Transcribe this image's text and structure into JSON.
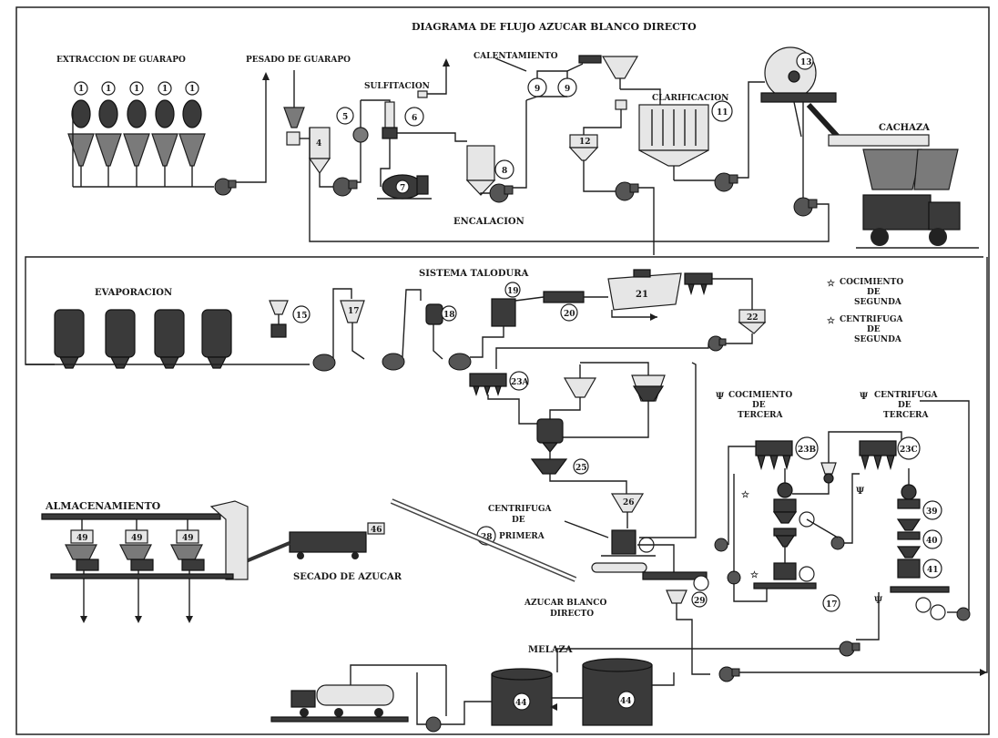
{
  "title": "DIAGRAMA DE FLUJO AZUCAR BLANCO DIRECTO",
  "labels": {
    "extraccion": "EXTRACCION DE GUARAPO",
    "pesado": "PESADO DE GUARAPO",
    "sulfitacion": "SULFITACION",
    "calentamiento": "CALENTAMIENTO",
    "clarificacion": "CLARIFICACION",
    "cachaza": "CACHAZA",
    "encalacion": "ENCALACION",
    "evaporacion": "EVAPORACION",
    "sistema_talo": "SISTEMA TALODURA",
    "almacenamiento": "ALMACENAMIENTO",
    "secado": "SECADO DE AZUCAR",
    "centrifuga_primera": "CENTRIFUGA DE PRIMERA",
    "azucar_blanco": "AZUCAR BLANCO DIRECTO",
    "melaza": "MELAZA"
  },
  "legend": [
    {
      "symbol": "☆",
      "text": "COCIMIENTO DE SEGUNDA"
    },
    {
      "symbol": "☆",
      "text": "CENTRIFUGA DE SEGUNDA"
    },
    {
      "symbol": "Ψ",
      "text": "COCIMIENTO DE TERCERA"
    },
    {
      "symbol": "Ψ",
      "text": "CENTRIFUGA DE TERCERA"
    }
  ],
  "numbers": {
    "mill": "1",
    "n4": "4",
    "n5": "5",
    "n6": "6",
    "n7": "7",
    "n8": "8",
    "n9": "9",
    "n11": "11",
    "n12": "12",
    "n13": "13",
    "n15": "15",
    "n17": "17",
    "n18": "18",
    "n19": "19",
    "n20": "20",
    "n21": "21",
    "n22": "22",
    "n23a": "23A",
    "n23b": "23B",
    "n23c": "23C",
    "n25": "25",
    "n26": "26",
    "n28": "28",
    "n29": "29",
    "n39": "39",
    "n40": "40",
    "n41": "41",
    "n44": "44",
    "n46": "46",
    "n49": "49"
  }
}
